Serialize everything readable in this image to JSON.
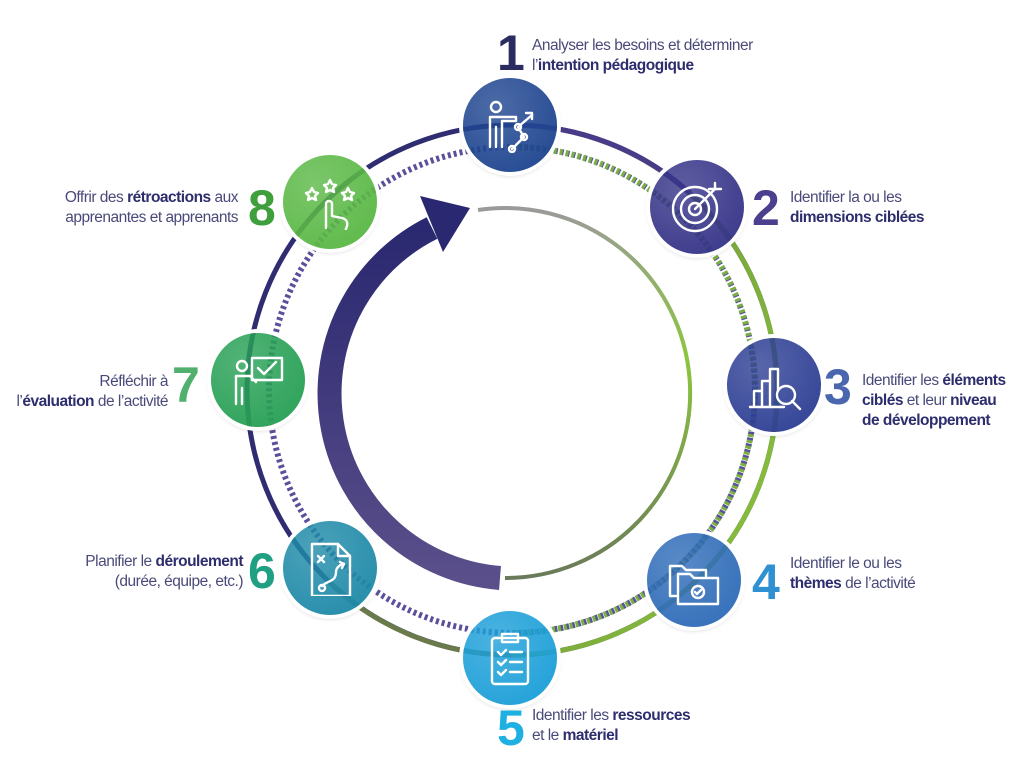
{
  "steps": [
    {
      "number": "1",
      "color": "#2a2b5e",
      "node_color": "#1f4590",
      "lines": [
        [
          {
            "t": "Analyser les besoins et déterminer",
            "b": false
          }
        ],
        [
          {
            "t": "l’",
            "b": false
          },
          {
            "t": "intention pédagogique",
            "b": true
          }
        ]
      ],
      "icon": "teacher-pointing-chart-icon"
    },
    {
      "number": "2",
      "color": "#4b3f8e",
      "node_color": "#363488",
      "lines": [
        [
          {
            "t": "Identifier la ou les",
            "b": false
          }
        ],
        [
          {
            "t": "dimensions ciblées",
            "b": true
          }
        ]
      ],
      "icon": "target-icon"
    },
    {
      "number": "3",
      "color": "#4a66ae",
      "node_color": "#2e3f94",
      "lines": [
        [
          {
            "t": "Identifier les ",
            "b": false
          },
          {
            "t": "éléments",
            "b": true
          }
        ],
        [
          {
            "t": "ciblés",
            "b": true
          },
          {
            "t": " et leur ",
            "b": false
          },
          {
            "t": "niveau",
            "b": true
          }
        ],
        [
          {
            "t": "de développement",
            "b": true
          }
        ]
      ],
      "icon": "bar-chart-magnifier-icon"
    },
    {
      "number": "4",
      "color": "#2f90d2",
      "node_color": "#2f6cb8",
      "lines": [
        [
          {
            "t": "Identifier le ou les",
            "b": false
          }
        ],
        [
          {
            "t": "thèmes",
            "b": true
          },
          {
            "t": " de l’activité",
            "b": false
          }
        ]
      ],
      "icon": "folder-check-icon"
    },
    {
      "number": "5",
      "color": "#1fb0e2",
      "node_color": "#1c9fd8",
      "lines": [
        [
          {
            "t": "Identifier les ",
            "b": false
          },
          {
            "t": "ressources",
            "b": true
          }
        ],
        [
          {
            "t": "et le ",
            "b": false
          },
          {
            "t": "matériel",
            "b": true
          }
        ]
      ],
      "icon": "clipboard-checklist-icon"
    },
    {
      "number": "6",
      "color": "#1fa083",
      "node_color": "#1f8aa8",
      "lines": [
        [
          {
            "t": "Planifier le ",
            "b": false
          },
          {
            "t": "déroulement",
            "b": true
          }
        ],
        [
          {
            "t": "(durée, équipe, etc.)",
            "b": false
          }
        ]
      ],
      "icon": "game-plan-icon"
    },
    {
      "number": "7",
      "color": "#52b06e",
      "node_color": "#27a055",
      "lines": [
        [
          {
            "t": "Réfléchir à",
            "b": false
          }
        ],
        [
          {
            "t": "l’",
            "b": false
          },
          {
            "t": "évaluation",
            "b": true
          },
          {
            "t": " de l’activité",
            "b": false
          }
        ]
      ],
      "icon": "teacher-board-icon"
    },
    {
      "number": "8",
      "color": "#3e9f3c",
      "node_color": "#5ab845",
      "lines": [
        [
          {
            "t": "Offrir des ",
            "b": false
          },
          {
            "t": "rétroactions",
            "b": true
          },
          {
            "t": " aux",
            "b": false
          }
        ],
        [
          {
            "t": "apprenantes et apprenants",
            "b": false
          }
        ]
      ],
      "icon": "stars-rating-hand-icon"
    }
  ]
}
